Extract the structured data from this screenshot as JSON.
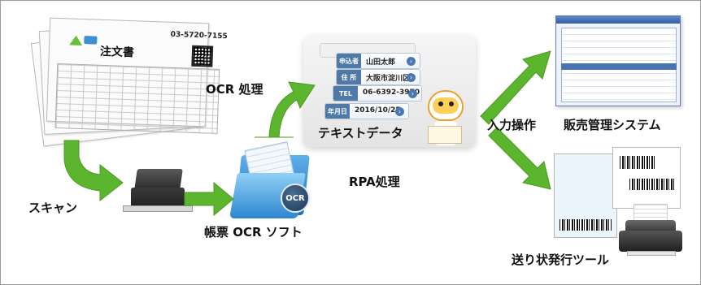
{
  "order_form": {
    "title": "注文書",
    "phone": "03-5720-7155"
  },
  "labels": {
    "scan": "スキャン",
    "ocr_process": "OCR 処理",
    "ocr_software": "帳票 OCR ソフト",
    "text_data": "テキストデータ",
    "rpa_process": "RPA処理",
    "input_operation": "入力操作",
    "sales_system": "販売管理システム",
    "shipping_tool": "送り状発行ツール"
  },
  "text_fields": [
    {
      "tag": "申込者",
      "value": "山田太郎"
    },
    {
      "tag": "住 所",
      "value": "大阪市淀川区"
    },
    {
      "tag": "TEL",
      "value": "06-6392-3970"
    },
    {
      "tag": "年月日",
      "value": "2016/10/25"
    }
  ],
  "ocr_badge": "OCR",
  "colors": {
    "arrow_green": "#5bb52d",
    "field_tag_blue": "#4f7aa8",
    "folder_blue": "#2d86cf",
    "window_blue": "#2f5ea8"
  },
  "icons": {
    "scanner": "scanner-icon",
    "folder": "folder-icon",
    "robot": "robot-icon",
    "printer": "printer-icon"
  }
}
